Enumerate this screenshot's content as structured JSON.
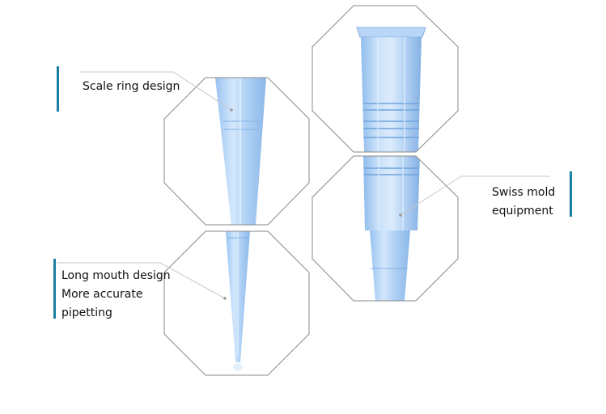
{
  "labels": {
    "scale_ring": "Scale ring design",
    "swiss_mold_line1": "Swiss mold",
    "swiss_mold_line2": "equipment",
    "long_mouth_line1": "Long mouth design",
    "long_mouth_line2": "More accurate",
    "long_mouth_line3": "pipetting"
  },
  "icons": {
    "product": "pipette-tip",
    "frame": "octagon-detail-callout"
  },
  "colors": {
    "accent": "#1a7fa0",
    "tip_blue": "#9fc8f0",
    "tip_dark": "#6ea3dd",
    "frame": "#8a8a8a",
    "leader": "#c8c8c8"
  }
}
